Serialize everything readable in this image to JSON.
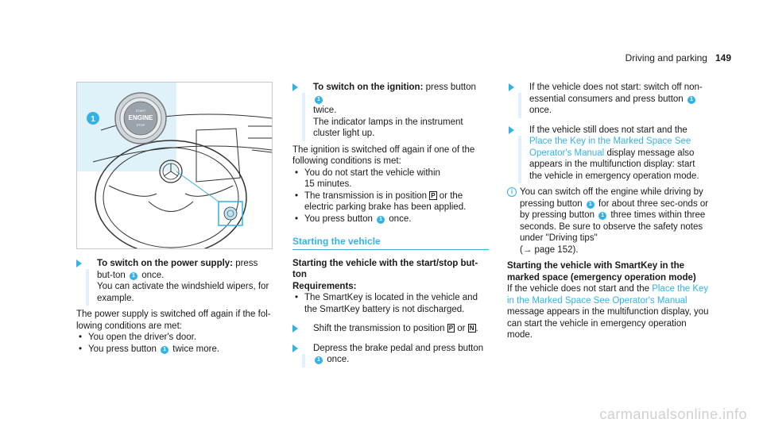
{
  "header": {
    "section": "Driving and parking",
    "page_number": "149"
  },
  "figure": {
    "callout": "1",
    "button_line1": "START",
    "button_line2": "ENGINE",
    "button_line3": "STOP"
  },
  "col1": {
    "step1_title": "To switch on the power supply:",
    "step1_a": " press but-ton ",
    "step1_b": " once.",
    "step1_c": "You can activate the windshield wipers, for example.",
    "para": "The power supply is switched off again if the fol-lowing conditions are met:",
    "bullet1": "You open the driver's door.",
    "bullet2_a": "You press button ",
    "bullet2_b": " twice more."
  },
  "col2": {
    "step1_title": "To switch on the ignition:",
    "step1_a": " press button ",
    "step1_b": "twice.",
    "step1_c": "The indicator lamps in the instrument cluster light up.",
    "para": "The ignition is switched off again if one of the following conditions is met:",
    "bullet1_a": "You do not start the vehicle within",
    "bullet1_b": "15 minutes.",
    "bullet2_a": "The transmission is in position ",
    "bullet2_b": " or the electric parking brake has been applied.",
    "bullet3_a": "You press button ",
    "bullet3_b": " once.",
    "section_title": "Starting the vehicle",
    "subhead": "Starting the vehicle with the start/stop but-ton",
    "req": "Requirements:",
    "req_bullet": "The SmartKey is located in the vehicle and the SmartKey battery is not discharged.",
    "step2_a": "Shift the transmission to position ",
    "step2_b": " or ",
    "step2_c": ".",
    "step3_a": "Depress the brake pedal and press button",
    "step3_b": " once.",
    "gear_p": "P",
    "gear_n": "N"
  },
  "col3": {
    "step1_a": "If the vehicle does not start: switch off non-essential consumers and press button ",
    "step1_b": "once.",
    "step2_a": "If the vehicle still does not start and the",
    "step2_link": "Place the Key in the Marked Space See Operator's Manual",
    "step2_b": " display message also appears in the multifunction display: start the vehicle in emergency operation mode.",
    "note_a": "You can switch off the engine while driving by pressing button ",
    "note_b": " for about three sec-onds or by pressing button ",
    "note_c": " three times within three seconds. Be sure to observe the safety notes under \"Driving tips\"",
    "note_d": "(→ page 152).",
    "subhead": "Starting the vehicle with SmartKey in the marked space (emergency operation mode)",
    "para_a": "If the vehicle does not start and the ",
    "para_link": "Place the Key in the Marked Space See Operator's Manual",
    "para_b": " message appears in the multifunction display, you can start the vehicle in emergency operation mode."
  },
  "watermark": "carmanualsonline.info"
}
